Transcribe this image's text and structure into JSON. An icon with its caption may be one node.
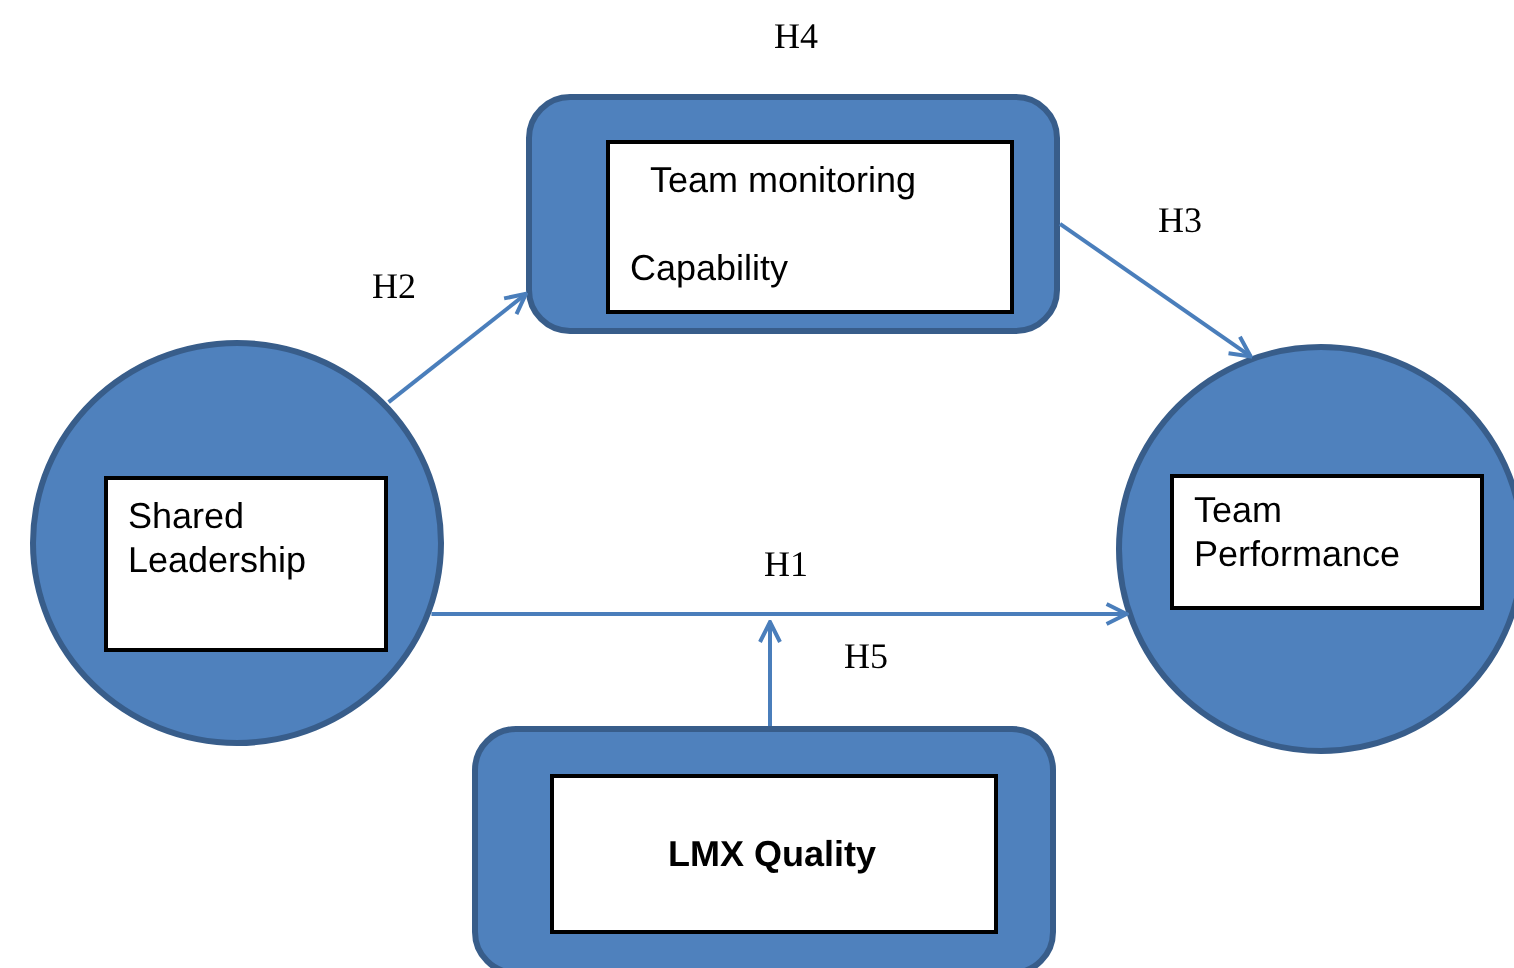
{
  "diagram": {
    "nodes": [
      {
        "text": [],
        "shape": "circle"
      },
      {
        "text": [
          "Shared Leadership"
        ],
        "in": 0
      },
      {
        "text": [],
        "shape": "box"
      },
      {
        "text": [
          "Team monitoring",
          "Capability"
        ],
        "in": 2
      },
      {
        "text": [],
        "shape": "circle"
      },
      {
        "text": [
          "Team Performance"
        ],
        "in": 4
      },
      {
        "text": [],
        "shape": "box"
      },
      {
        "text": [
          "LMX Quality"
        ],
        "in": 6
      }
    ],
    "edges": [
      {
        "from": 0,
        "to": 2,
        "arrow": "to",
        "label": "H2"
      },
      {
        "from": 2,
        "to": 4,
        "arrow": "to",
        "label": "H3"
      },
      {
        "from": 0,
        "to": 4,
        "arrow": "to",
        "label": "H1"
      },
      {
        "from": 6,
        "to": null,
        "arrow": "to",
        "label": "H5"
      }
    ],
    "labels": [
      "H4"
    ]
  }
}
